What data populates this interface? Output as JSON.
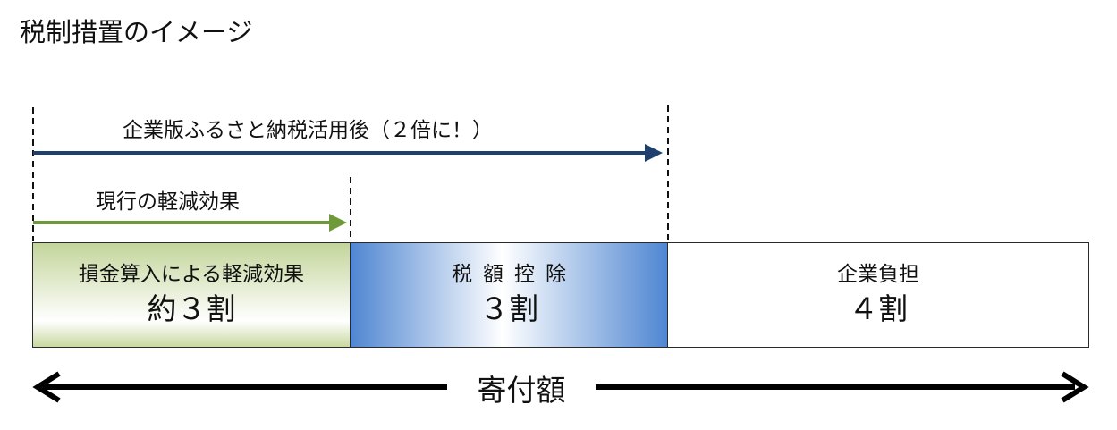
{
  "title": "税制措置のイメージ",
  "arrows": {
    "after": {
      "label": "企業版ふるさと納税活用後（２倍に！）",
      "color": "#1f3f6e"
    },
    "current": {
      "label": "現行の軽減効果",
      "color": "#6f9a3a"
    }
  },
  "segments": [
    {
      "label": "損金算入による軽減効果",
      "share": "約３割",
      "color": "#c3d59a"
    },
    {
      "label": "税額控除",
      "share": "３割",
      "color": "#4f86d2"
    },
    {
      "label": "企業負担",
      "share": "４割",
      "color": "#ffffff"
    }
  ],
  "donation": {
    "label": "寄付額"
  }
}
